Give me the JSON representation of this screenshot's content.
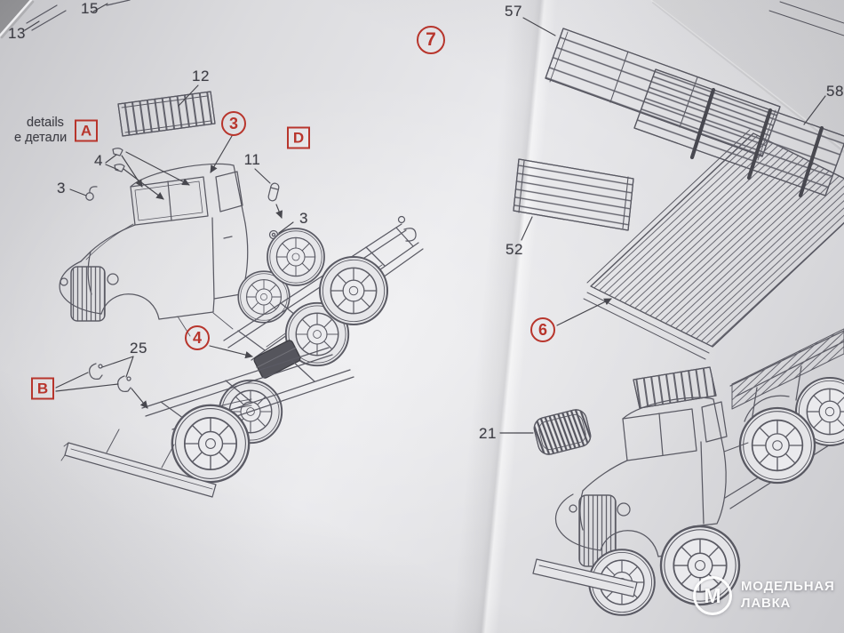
{
  "page": {
    "kind": "plastic model kit assembly instructions (photographed sheet)",
    "paint_note": {
      "line1": "details",
      "line2": "е детали"
    }
  },
  "steps": {
    "s7": "7",
    "s3": "3",
    "s4": "4",
    "s6": "6"
  },
  "letters": {
    "a": "A",
    "d": "D",
    "b": "B"
  },
  "parts": {
    "p13": "13",
    "p15": "15",
    "p12": "12",
    "p4": "4",
    "p3a": "3",
    "p11": "11",
    "p3b": "3",
    "p25": "25",
    "p57": "57",
    "p58": "58",
    "p52": "52",
    "p21": "21"
  },
  "watermark": {
    "logo_letter": "М",
    "line1": "МОДЕЛЬНАЯ",
    "line2": "ЛАВКА"
  },
  "colors": {
    "step_red": "#b8352c",
    "ink": "#3d3d44",
    "paper": "#e6e6e9"
  }
}
